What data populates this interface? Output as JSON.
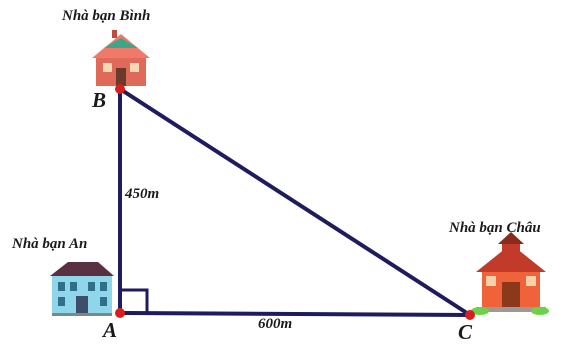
{
  "houses": {
    "binh": {
      "label": "Nhà bạn Bình"
    },
    "an": {
      "label": "Nhà bạn An"
    },
    "chau": {
      "label": "Nhà bạn Châu"
    }
  },
  "points": {
    "a": "A",
    "b": "B",
    "c": "C"
  },
  "distances": {
    "ab": "450m",
    "ac": "600m"
  },
  "colors": {
    "line": "#1e1b5e",
    "point": "#d81e1e",
    "right_angle": "#1e1b5e"
  }
}
